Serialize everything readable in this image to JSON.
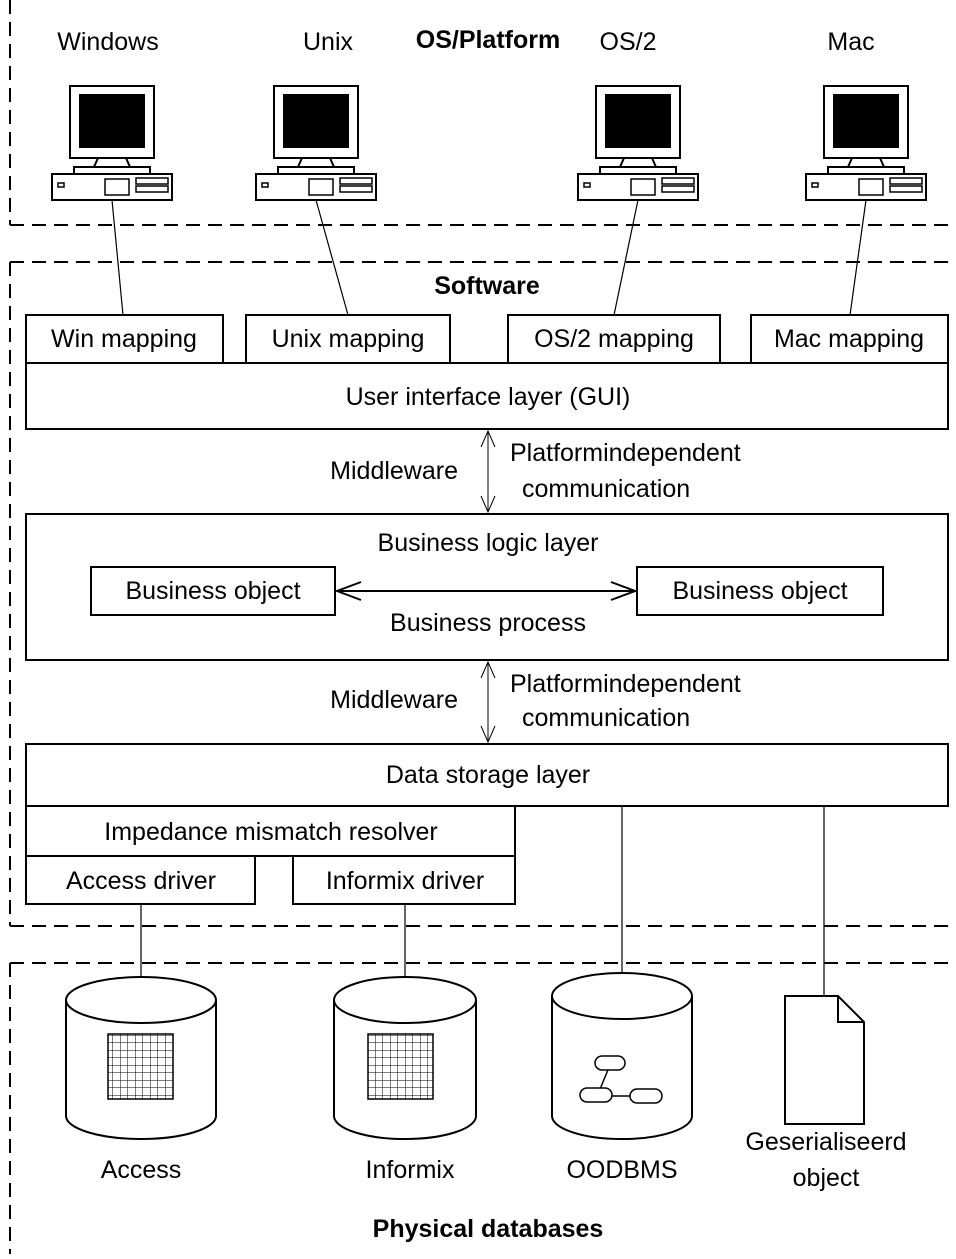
{
  "sections": {
    "platform_title": "OS/Platform",
    "software_title": "Software",
    "databases_title": "Physical databases"
  },
  "platforms": [
    {
      "name": "Windows",
      "mapping": "Win mapping"
    },
    {
      "name": "Unix",
      "mapping": "Unix mapping"
    },
    {
      "name": "OS/2",
      "mapping": "OS/2 mapping"
    },
    {
      "name": "Mac",
      "mapping": "Mac mapping"
    }
  ],
  "layers": {
    "ui": "User interface layer (GUI)",
    "business": "Business logic layer",
    "business_object_left": "Business object",
    "business_object_right": "Business object",
    "business_process": "Business process",
    "data_storage": "Data storage layer",
    "impedance": "Impedance mismatch resolver",
    "access_driver": "Access driver",
    "informix_driver": "Informix driver"
  },
  "middleware": [
    {
      "label": "Middleware",
      "desc_line1": "Platformindependent",
      "desc_line2": "communication"
    },
    {
      "label": "Middleware",
      "desc_line1": "Platformindependent",
      "desc_line2": "communication"
    }
  ],
  "databases": {
    "access": "Access",
    "informix": "Informix",
    "oodbms": "OODBMS",
    "serialized_line1": "Geserialiseerd",
    "serialized_line2": "object"
  },
  "icons": {
    "computer": "computer-icon",
    "database": "database-cylinder-icon",
    "document": "document-icon"
  }
}
